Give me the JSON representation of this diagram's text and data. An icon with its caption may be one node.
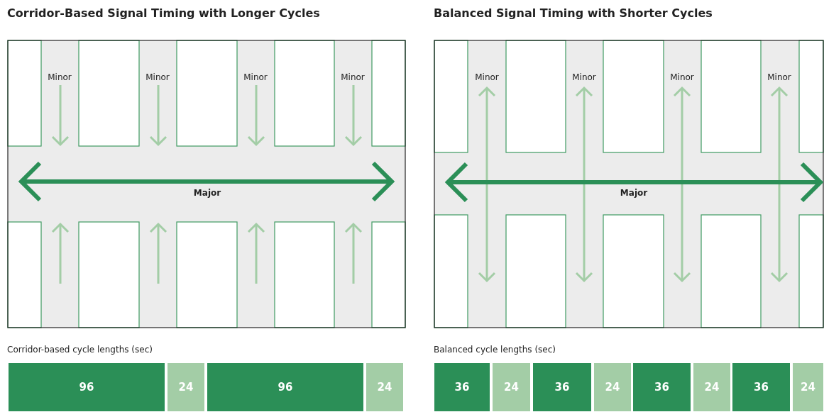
{
  "diagram": {
    "nodes": [
      {
        "text": [
          "96"
        ]
      },
      {
        "text": [
          "24"
        ]
      },
      {
        "text": [
          "96"
        ]
      },
      {
        "text": [
          "24"
        ]
      },
      {
        "text": [
          "36"
        ]
      },
      {
        "text": [
          "24"
        ]
      },
      {
        "text": [
          "36"
        ]
      },
      {
        "text": [
          "24"
        ]
      },
      {
        "text": [
          "36"
        ]
      },
      {
        "text": [
          "24"
        ]
      },
      {
        "text": [
          "36"
        ]
      },
      {
        "text": [
          "24"
        ]
      }
    ],
    "labels": [
      "Corridor-Based Signal Timing with Longer Cycles",
      "Balanced Signal Timing with Shorter Cycles",
      "Minor",
      "Minor",
      "Minor",
      "Minor",
      "Major",
      "Minor",
      "Minor",
      "Minor",
      "Minor",
      "Major",
      "Corridor-based cycle lengths (sec)",
      "Balanced cycle lengths (sec)"
    ]
  }
}
